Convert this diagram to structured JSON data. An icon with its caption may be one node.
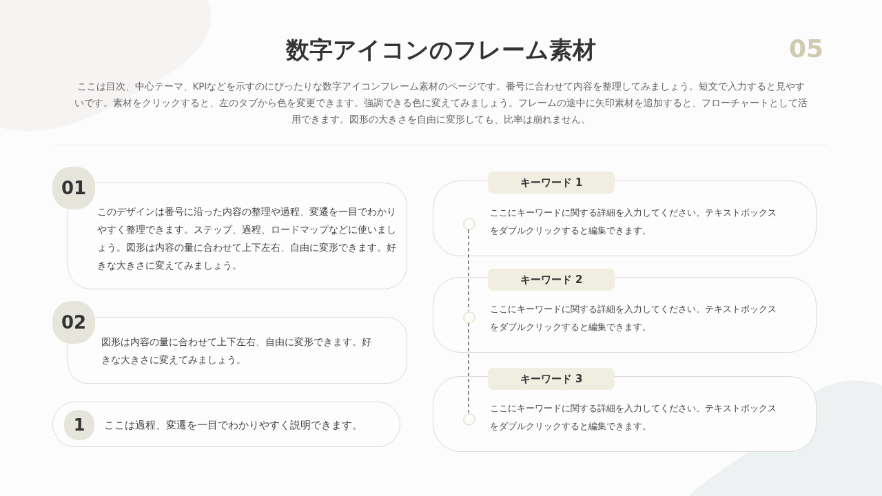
{
  "diagram": {
    "title": "数字アイコンのフレーム素材",
    "nodes": [
      {
        "text": [
          "01"
        ]
      },
      {
        "text": [
          "このデザインは番号に沿った内容の整理や過程、変遷を一目でわかりやすく整理できます。ステップ、過程、ロードマップなどに使いましょう。図形は内容の量に合わせて上下左右、自由に変形できます。好きな大きさに変えてみましょう。"
        ]
      },
      {
        "text": [
          "02"
        ]
      },
      {
        "text": [
          "図形は内容の量に合わせて上下左右、自由に変形できます。好きな大きさに変えてみましょう。"
        ]
      },
      {
        "text": [
          "ここは過程、変遷を一目でわかりやすく説明できます。"
        ]
      },
      {
        "text": [
          "1"
        ],
        "in": 4
      },
      {
        "text": [
          "キーワード 1"
        ]
      },
      {
        "text": [
          "ここにキーワードに関する詳細を入力してください。テキストボックスをダブルクリックすると編集できます。"
        ]
      },
      {
        "text": [],
        "shape": "circle",
        "in": 7
      },
      {
        "text": [
          "キーワード 2"
        ]
      },
      {
        "text": [
          "ここにキーワードに関する詳細を入力してください。テキストボックスをダブルクリックすると編集できます。"
        ]
      },
      {
        "text": [],
        "shape": "circle",
        "in": 10
      },
      {
        "text": [
          "キーワード 3"
        ]
      },
      {
        "text": [
          "ここにキーワードに関する詳細を入力してください。テキストボックスをダブルクリックすると編集できます。"
        ]
      },
      {
        "text": [],
        "shape": "circle",
        "in": 13
      }
    ],
    "edges": [
      {
        "from": 8,
        "to": 11,
        "arrow": "none",
        "style": "dashed"
      },
      {
        "from": 11,
        "to": 14,
        "arrow": "none",
        "style": "dashed"
      }
    ],
    "labels": [
      "05",
      "ここは目次、中心テーマ、KPIなどを示すのにぴったりな数字アイコンフレーム素材のページです。番号に合わせて内容を整理してみましょう。短文で入力すると見やすいです。素材をクリックすると、左のタブから色を変更できます。強調できる色に変えてみましょう。フレームの途中に矢印素材を追加すると、フローチャートとして活用できます。図形の大きさを自由に変形しても、比率は崩れません。"
    ]
  }
}
